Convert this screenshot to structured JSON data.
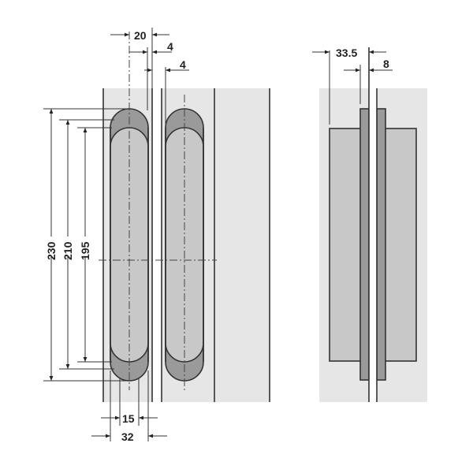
{
  "front_view": {
    "dimensions": {
      "top_width": "20",
      "gap_a": "4",
      "gap_b": "4",
      "height_overall": "230",
      "height_mid": "210",
      "height_inner": "195",
      "bottom_inner_width": "15",
      "bottom_outer_width": "32"
    }
  },
  "side_view": {
    "dimensions": {
      "depth": "33.5",
      "thickness": "8"
    }
  },
  "colors": {
    "panel": "#e6e6e6",
    "hinge_body": "#c8c8c8",
    "hinge_cap": "#9a9a9a",
    "line": "#333333"
  }
}
